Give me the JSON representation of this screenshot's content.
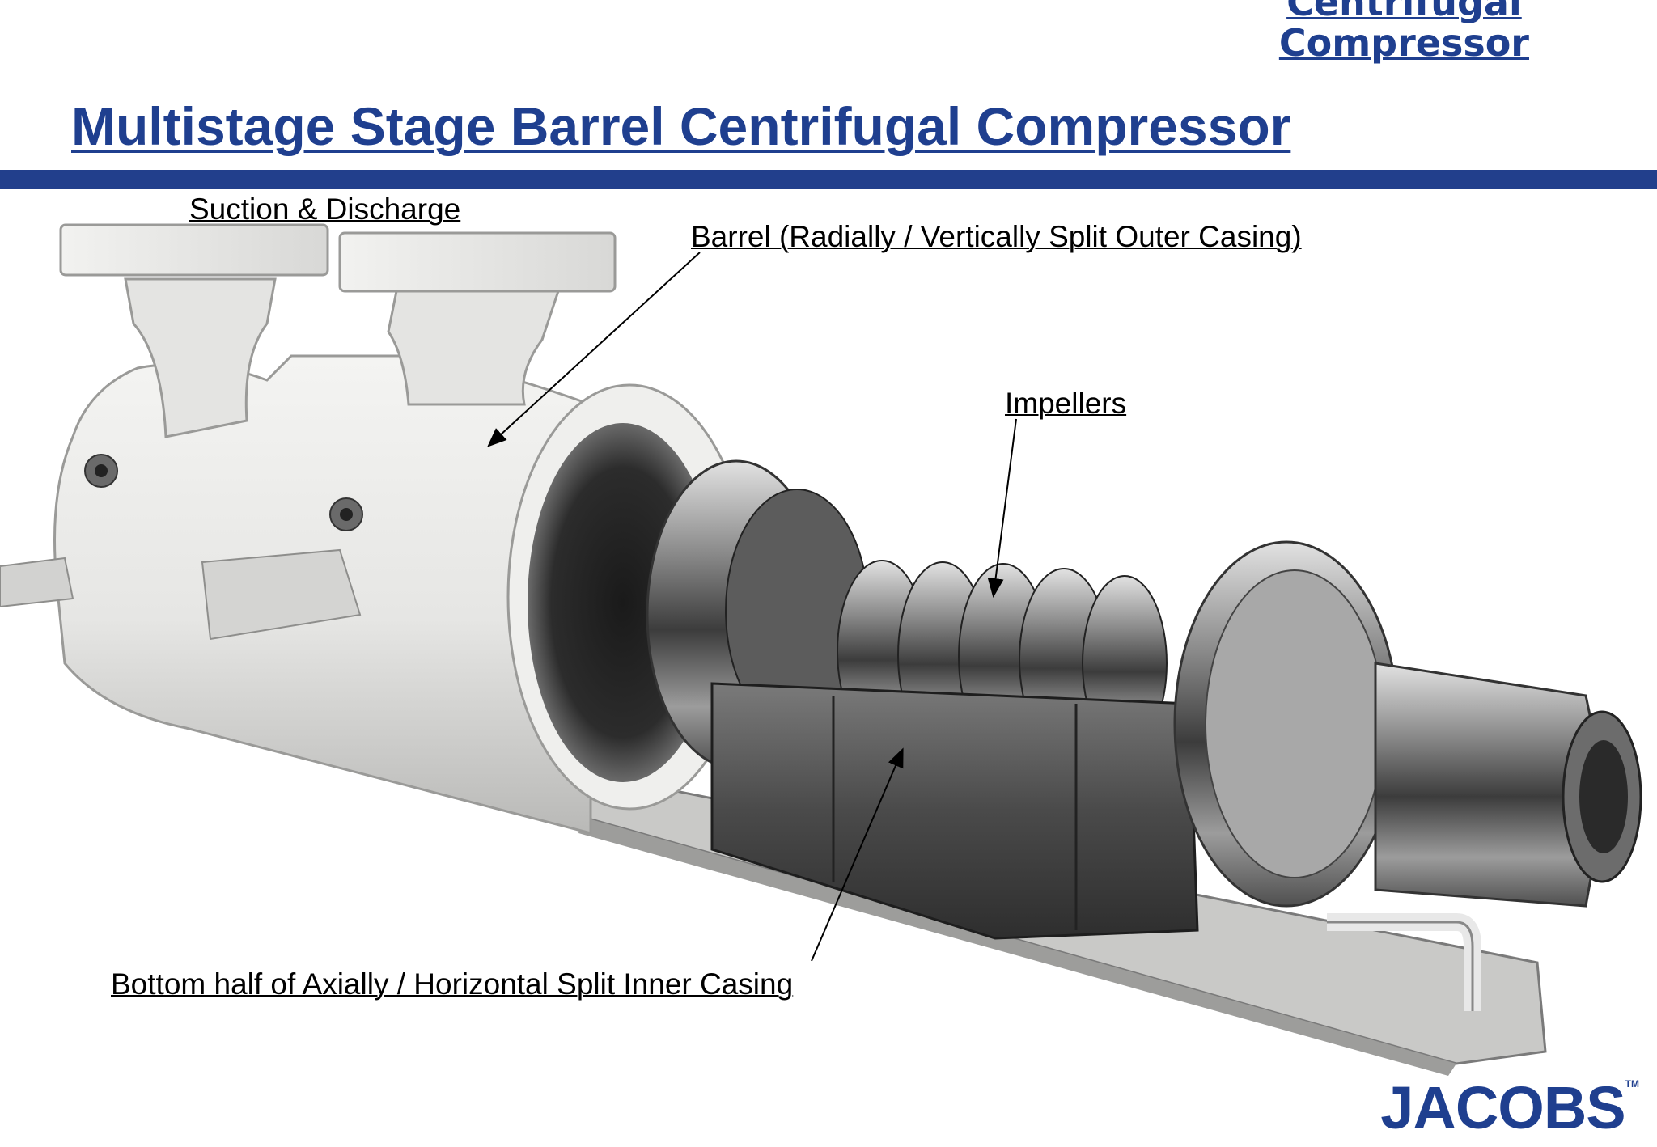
{
  "header": {
    "corner_link_line1": "Centrifugal",
    "corner_link_line2": "Compressor",
    "title": "Multistage Stage Barrel Centrifugal Compressor"
  },
  "callouts": {
    "suction_discharge": "Suction & Discharge",
    "barrel": "Barrel (Radially / Vertically Split Outer Casing)",
    "impellers": "Impellers",
    "inner_casing": "Bottom half of Axially / Horizontal Split Inner Casing"
  },
  "logo": {
    "text": "JACOBS",
    "trademark": "TM"
  },
  "colors": {
    "brand_blue": "#1f3f8f",
    "rule_blue": "#223f8c"
  }
}
